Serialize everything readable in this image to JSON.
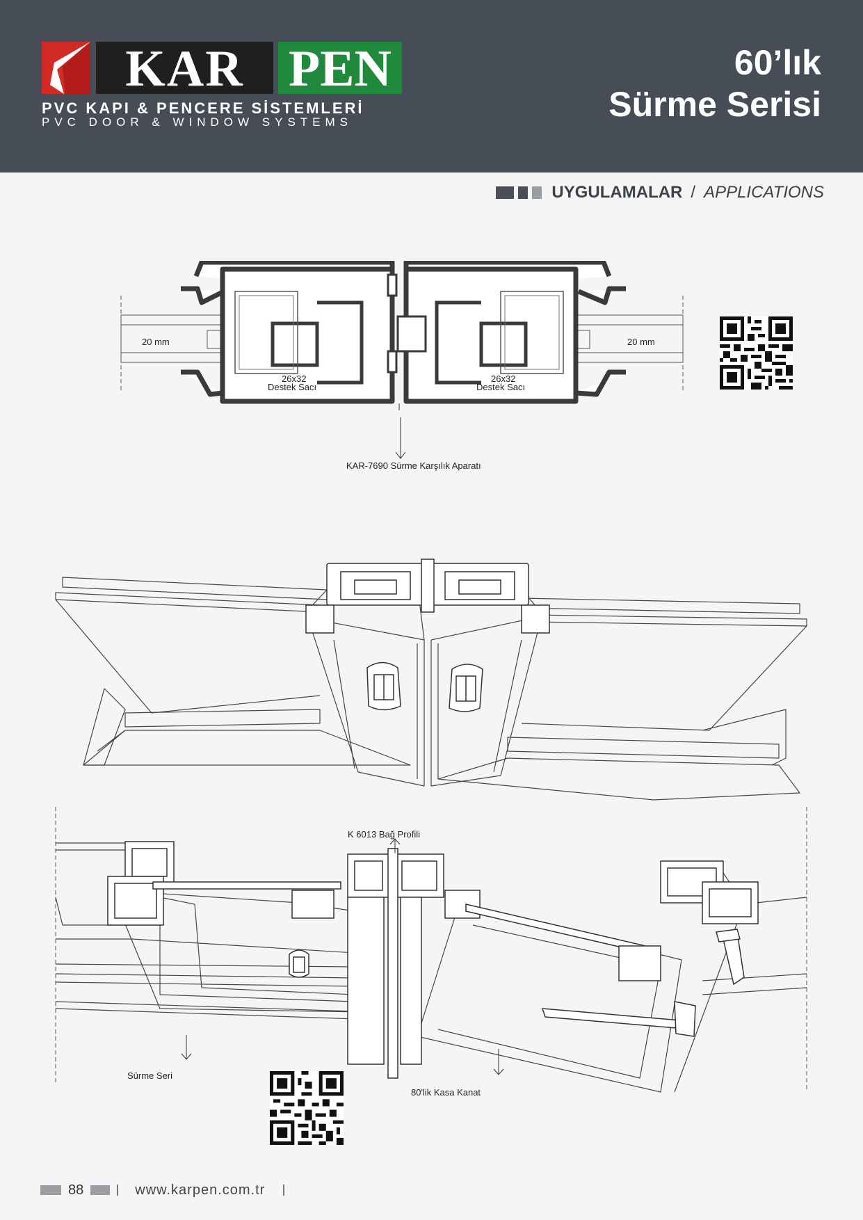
{
  "brand": {
    "kar": "KAR",
    "pen": "PEN",
    "tagline_tr": "PVC KAPI & PENCERE SİSTEMLERİ",
    "tagline_en": "PVC DOOR & WINDOW SYSTEMS",
    "colors": {
      "header": "#474d56",
      "pen_green": "#1f8a3c",
      "mark_red": "#d42a26"
    }
  },
  "title": {
    "line1": "60’lık",
    "line2": "Sürme Serisi"
  },
  "section": {
    "tr": "UYGULAMALAR",
    "sep": "/",
    "en": "APPLICATIONS"
  },
  "drawing1": {
    "glass_left": "20 mm",
    "glass_right": "20 mm",
    "steel_left_size": "26x32",
    "steel_left_name": "Destek Sacı",
    "steel_right_size": "26x32",
    "steel_right_name": "Destek Sacı",
    "adapter": "KAR-7690 Sürme Karşılık Aparatı"
  },
  "drawing3": {
    "connector": "K 6013 Bağ Profili",
    "left_series": "Sürme Seri",
    "right_series": "80'lik Kasa Kanat"
  },
  "footer": {
    "page": "88",
    "website": "www.karpen.com.tr"
  },
  "icons": [
    "qr-code-icon",
    "logo-mark-icon",
    "arrow-down-icon"
  ]
}
